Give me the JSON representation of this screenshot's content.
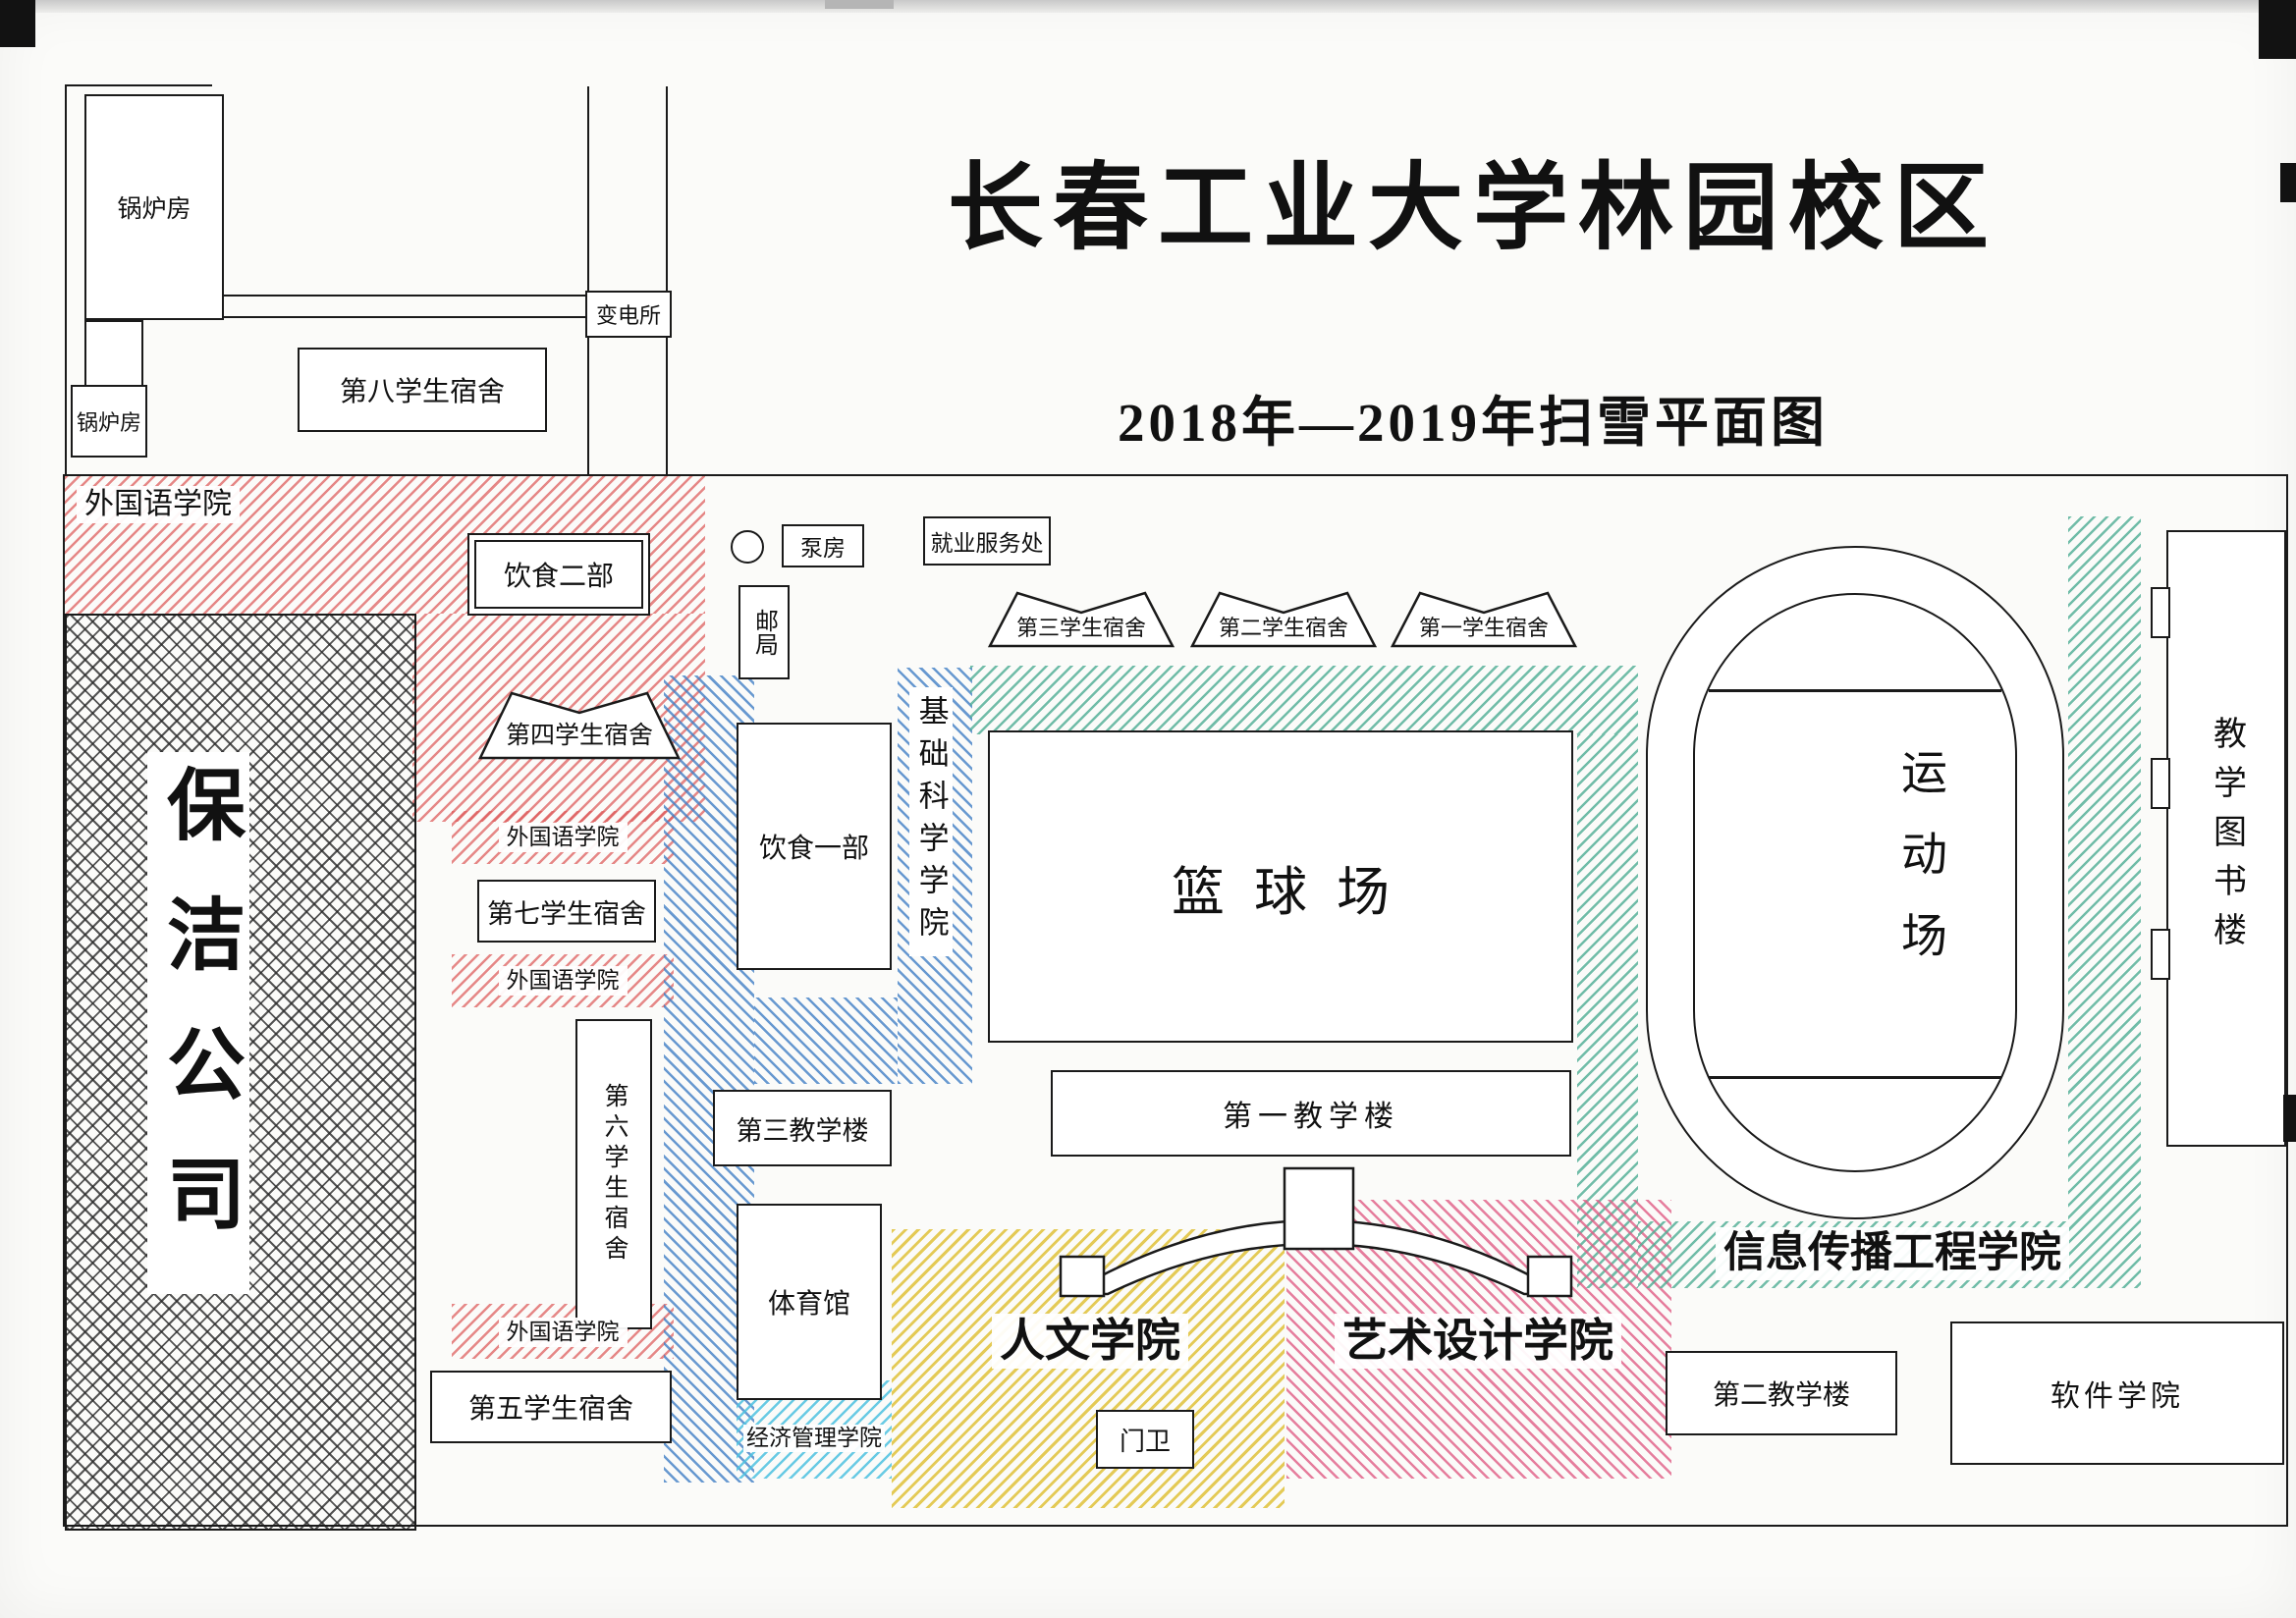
{
  "title": "长春工业大学林园校区",
  "subtitle": "2018年—2019年扫雪平面图",
  "areas": {
    "cleaning_company": "保洁公司",
    "foreign_languages": "外国语学院",
    "basic_science": "基础科学学院",
    "info_comm_engineering": "信息传播工程学院",
    "humanities": "人文学院",
    "art_design": "艺术设计学院",
    "econ_management": "经济管理学院",
    "software": "软件学院"
  },
  "buildings": {
    "boiler_room": "锅炉房",
    "dorm_8": "第八学生宿舍",
    "substation": "变电所",
    "dining_2": "饮食二部",
    "dorm_4": "第四学生宿舍",
    "dorm_7": "第七学生宿舍",
    "dorm_6": "第六学生宿舍",
    "dorm_5": "第五学生宿舍",
    "pump_house": "泵房",
    "post_office": "邮局",
    "dining_1": "饮食一部",
    "employment_office": "就业服务处",
    "dorm_3": "第三学生宿舍",
    "dorm_2": "第二学生宿舍",
    "dorm_1": "第一学生宿舍",
    "basketball_court": "篮球场",
    "teaching_1": "第一教学楼",
    "teaching_3": "第三教学楼",
    "gymnasium": "体育馆",
    "gate_guard": "门卫",
    "teaching_2": "第二教学楼",
    "sports_field": "运动场",
    "library": "教学图书楼"
  },
  "colors": {
    "outline": "#1a1a1a",
    "paper": "#fbfbf9",
    "foreign_languages_hatch": "#dd5a5a",
    "cleaning_hatch": "#2a2a2a",
    "basic_science_hatch": "#4280c6",
    "info_comm_hatch": "#4ead94",
    "humanities_hatch": "#e0c23a",
    "art_design_hatch": "#e05e86",
    "econ_management_hatch": "#4ec2e0"
  }
}
